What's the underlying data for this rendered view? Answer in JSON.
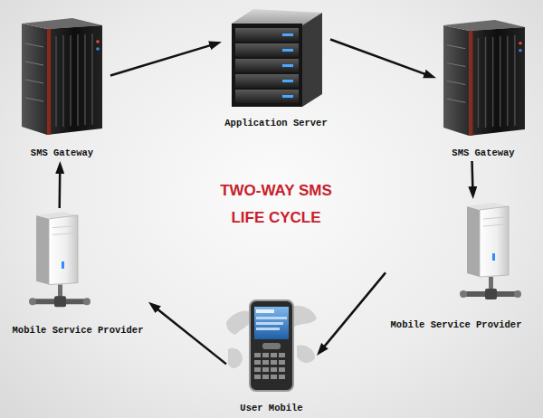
{
  "diagram": {
    "title": "TWO-WAY SMS LIFE CYCLE",
    "nodes": [
      {
        "text": [
          "SMS Gateway"
        ]
      },
      {
        "text": [
          "Application Server"
        ]
      },
      {
        "text": [
          "SMS Gateway"
        ]
      },
      {
        "text": [
          "Mobile Service Provider"
        ]
      },
      {
        "text": [
          "Mobile Service Provider"
        ]
      },
      {
        "text": [
          "User Mobile"
        ]
      }
    ],
    "edges": [
      {
        "from": 0,
        "to": 1,
        "arrow": "to"
      },
      {
        "from": 1,
        "to": 2,
        "arrow": "to"
      },
      {
        "from": 2,
        "to": 4,
        "arrow": "to"
      },
      {
        "from": 4,
        "to": 5,
        "arrow": "to"
      },
      {
        "from": 5,
        "to": 3,
        "arrow": "to"
      },
      {
        "from": 3,
        "to": 0,
        "arrow": "to"
      }
    ]
  }
}
